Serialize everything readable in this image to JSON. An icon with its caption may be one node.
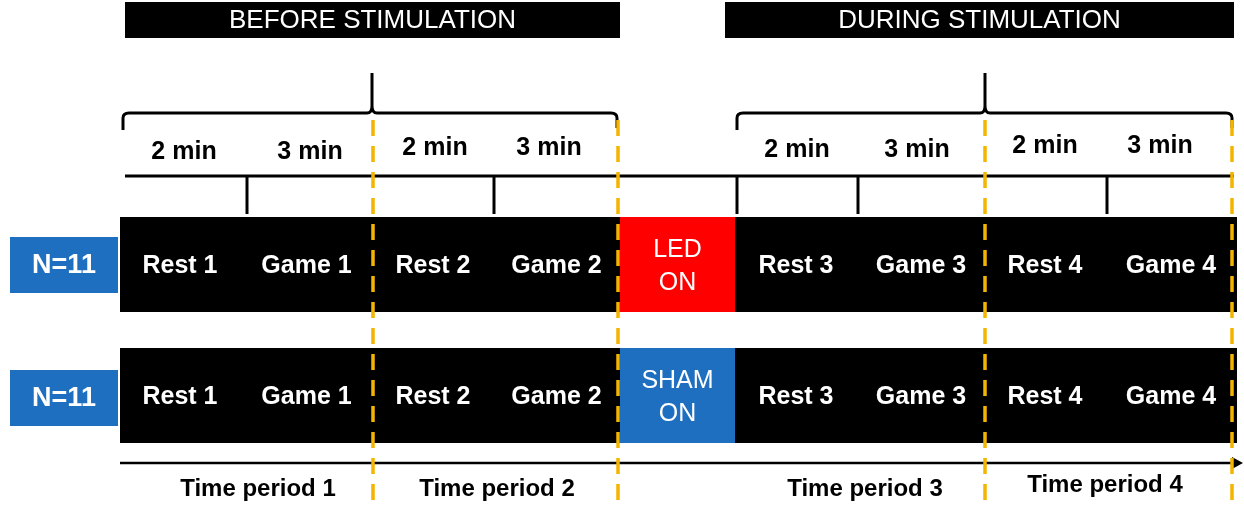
{
  "diagram": {
    "nodes": [
      {
        "text": [
          "BEFORE STIMULATION"
        ]
      },
      {
        "text": [
          "DURING STIMULATION"
        ]
      },
      {
        "text": [
          "N=11"
        ]
      },
      {
        "text": [
          "Rest 1",
          "Game 1",
          "Rest 2",
          "Game 2"
        ]
      },
      {
        "text": [
          "LED ON"
        ]
      },
      {
        "text": [
          "Rest 3",
          "Game 3",
          "Rest 4",
          "Game 4"
        ]
      },
      {
        "text": [
          "N=11"
        ]
      },
      {
        "text": [
          "Rest 1",
          "Game 1",
          "Rest 2",
          "Game 2"
        ]
      },
      {
        "text": [
          "SHAM ON"
        ]
      },
      {
        "text": [
          "Rest 3",
          "Game 3",
          "Rest 4",
          "Game 4"
        ]
      }
    ],
    "labels": [
      "2 min",
      "3 min",
      "2 min",
      "3 min",
      "2 min",
      "3 min",
      "2 min",
      "3 min",
      "Time period 1",
      "Time period 2",
      "Time period 3",
      "Time period 4"
    ]
  }
}
